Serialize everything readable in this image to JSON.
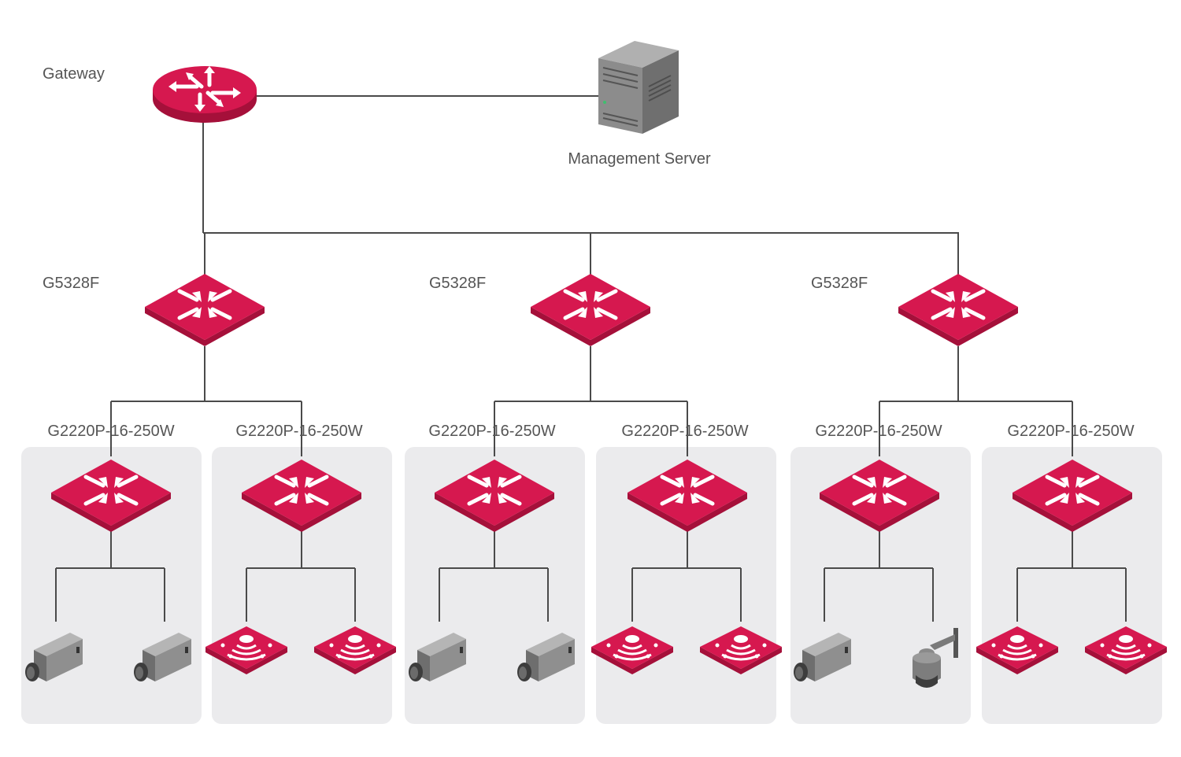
{
  "gateway": {
    "label": "Gateway"
  },
  "server": {
    "label": "Management Server"
  },
  "colors": {
    "accent": "#d6184f",
    "accent_dark": "#a5103a",
    "line": "#4a4a4a",
    "panel": "#ebebed",
    "device_gray": "#8a8a8a"
  },
  "core_switches": [
    {
      "label": "G5328F",
      "access": [
        {
          "label": "G2220P-16-250W",
          "devices": [
            "bullet-camera",
            "bullet-camera"
          ]
        },
        {
          "label": "G2220P-16-250W",
          "devices": [
            "access-point",
            "access-point"
          ]
        }
      ]
    },
    {
      "label": "G5328F",
      "access": [
        {
          "label": "G2220P-16-250W",
          "devices": [
            "bullet-camera",
            "bullet-camera"
          ]
        },
        {
          "label": "G2220P-16-250W",
          "devices": [
            "access-point",
            "access-point"
          ]
        }
      ]
    },
    {
      "label": "G5328F",
      "access": [
        {
          "label": "G2220P-16-250W",
          "devices": [
            "bullet-camera",
            "ptz-camera"
          ]
        },
        {
          "label": "G2220P-16-250W",
          "devices": [
            "access-point",
            "access-point"
          ]
        }
      ]
    }
  ]
}
